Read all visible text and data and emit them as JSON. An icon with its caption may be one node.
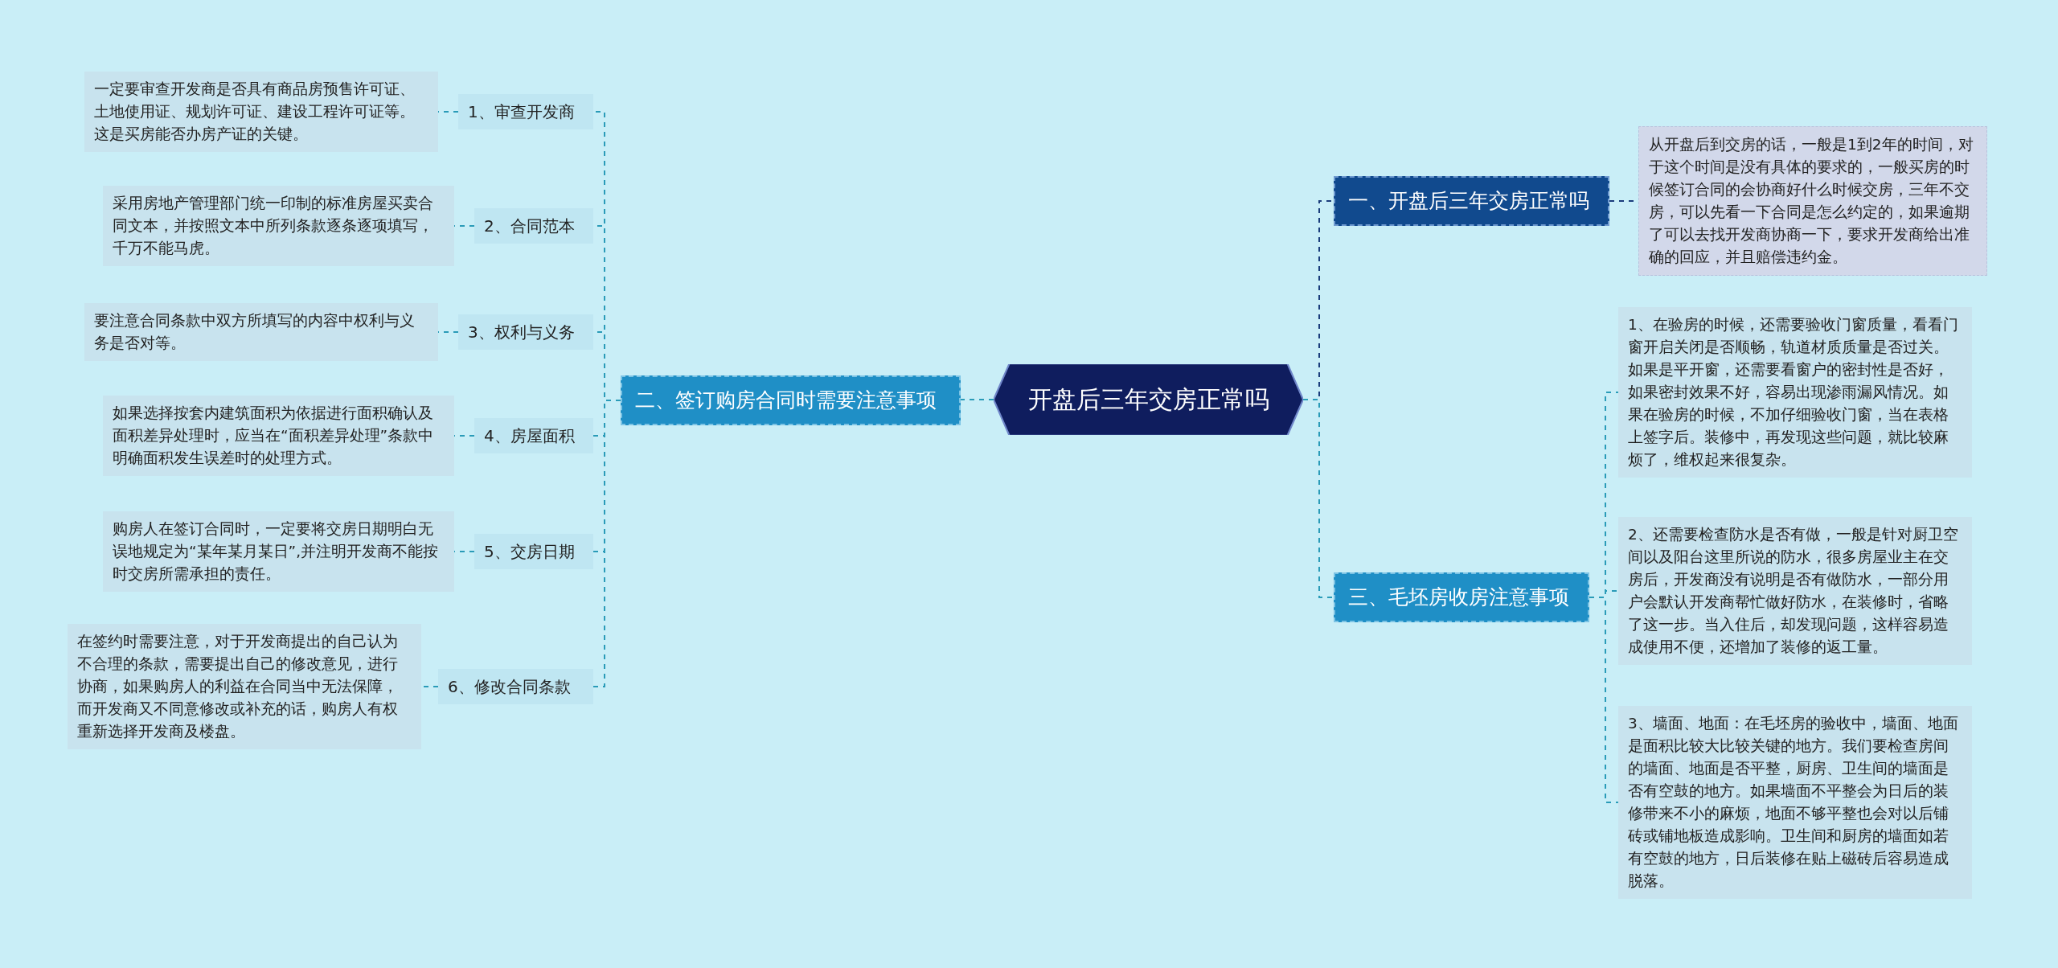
{
  "diagram": {
    "nodes": [
      {
        "text": [
          "开盘后三年交房正常吗"
        ]
      },
      {
        "text": [
          "一、开盘后三年交房正常吗"
        ]
      },
      {
        "text": [
          "从开盘后到交房的话，一般是1到2年的时间，对于这个时间是没有具体的要求的，一般买房的时候签订合同的会协商好什么时候交房，三年不交房，可以先看一下合同是怎么约定的，如果逾期了可以去找开发商协商一下，要求开发商给出准确的回应，并且赔偿违约金。"
        ]
      },
      {
        "text": [
          "二、签订购房合同时需要注意事项"
        ]
      },
      {
        "text": [
          "1、审查开发商"
        ]
      },
      {
        "text": [
          "一定要审查开发商是否具有商品房预售许可证、土地使用证、规划许可证、建设工程许可证等。这是买房能否办房产证的关键。"
        ]
      },
      {
        "text": [
          "2、合同范本"
        ]
      },
      {
        "text": [
          "采用房地产管理部门统一印制的标准房屋买卖合同文本，并按照文本中所列条款逐条逐项填写，千万不能马虎。"
        ]
      },
      {
        "text": [
          "3、权利与义务"
        ]
      },
      {
        "text": [
          "要注意合同条款中双方所填写的内容中权利与义务是否对等。"
        ]
      },
      {
        "text": [
          "4、房屋面积"
        ]
      },
      {
        "text": [
          "如果选择按套内建筑面积为依据进行面积确认及面积差异处理时，应当在“面积差异处理”条款中明确面积发生误差时的处理方式。"
        ]
      },
      {
        "text": [
          "5、交房日期"
        ]
      },
      {
        "text": [
          "购房人在签订合同时，一定要将交房日期明白无误地规定为“某年某月某日”,并注明开发商不能按时交房所需承担的责任。"
        ]
      },
      {
        "text": [
          "6、修改合同条款"
        ]
      },
      {
        "text": [
          "在签约时需要注意，对于开发商提出的自己认为不合理的条款，需要提出自己的修改意见，进行协商，如果购房人的利益在合同当中无法保障，而开发商又不同意修改或补充的话，购房人有权重新选择开发商及楼盘。"
        ]
      },
      {
        "text": [
          "三、毛坯房收房注意事项"
        ]
      },
      {
        "text": [
          "1、在验房的时候，还需要验收门窗质量，看看门窗开启关闭是否顺畅，轨道材质质量是否过关。如果是平开窗，还需要看窗户的密封性是否好，如果密封效果不好，容易出现渗雨漏风情况。如果在验房的时候，不加仔细验收门窗，当在表格上签字后。装修中，再发现这些问题，就比较麻烦了，维权起来很复杂。"
        ]
      },
      {
        "text": [
          "2、还需要检查防水是否有做，一般是针对厨卫空间以及阳台这里所说的防水，很多房屋业主在交房后，开发商没有说明是否有做防水，一部分用户会默认开发商帮忙做好防水，在装修时，省略了这一步。当入住后，却发现问题，这样容易造成使用不便，还增加了装修的返工量。"
        ]
      },
      {
        "text": [
          "3、墙面、地面：在毛坯房的验收中，墙面、地面是面积比较大比较关键的地方。我们要检查房间的墙面、地面是否平整，厨房、卫生间的墙面是否有空鼓的地方。如果墙面不平整会为日后的装修带来不小的麻烦，地面不够平整也会对以后铺砖或铺地板造成影响。卫生间和厨房的墙面如若有空鼓的地方，日后装修在贴上磁砖后容易造成脱落。"
        ]
      }
    ],
    "edges": [
      {
        "from": 0,
        "to": 1,
        "arrow": "none",
        "style": "dashed",
        "color": "#1a3d7c"
      },
      {
        "from": 1,
        "to": 2,
        "arrow": "none",
        "style": "dashed",
        "color": "#1a3d7c"
      },
      {
        "from": 0,
        "to": 3,
        "arrow": "none",
        "style": "dashed"
      },
      {
        "from": 3,
        "to": 4,
        "arrow": "none",
        "style": "dashed"
      },
      {
        "from": 4,
        "to": 5,
        "arrow": "none",
        "style": "dashed"
      },
      {
        "from": 3,
        "to": 6,
        "arrow": "none",
        "style": "dashed"
      },
      {
        "from": 6,
        "to": 7,
        "arrow": "none",
        "style": "dashed"
      },
      {
        "from": 3,
        "to": 8,
        "arrow": "none",
        "style": "dashed"
      },
      {
        "from": 8,
        "to": 9,
        "arrow": "none",
        "style": "dashed"
      },
      {
        "from": 3,
        "to": 10,
        "arrow": "none",
        "style": "dashed"
      },
      {
        "from": 10,
        "to": 11,
        "arrow": "none",
        "style": "dashed"
      },
      {
        "from": 3,
        "to": 12,
        "arrow": "none",
        "style": "dashed"
      },
      {
        "from": 12,
        "to": 13,
        "arrow": "none",
        "style": "dashed"
      },
      {
        "from": 3,
        "to": 14,
        "arrow": "none",
        "style": "dashed"
      },
      {
        "from": 14,
        "to": 15,
        "arrow": "none",
        "style": "dashed"
      },
      {
        "from": 0,
        "to": 16,
        "arrow": "none",
        "style": "dashed"
      },
      {
        "from": 16,
        "to": 17,
        "arrow": "none",
        "style": "dashed"
      },
      {
        "from": 16,
        "to": 18,
        "arrow": "none",
        "style": "dashed"
      },
      {
        "from": 16,
        "to": 19,
        "arrow": "none",
        "style": "dashed"
      }
    ]
  }
}
